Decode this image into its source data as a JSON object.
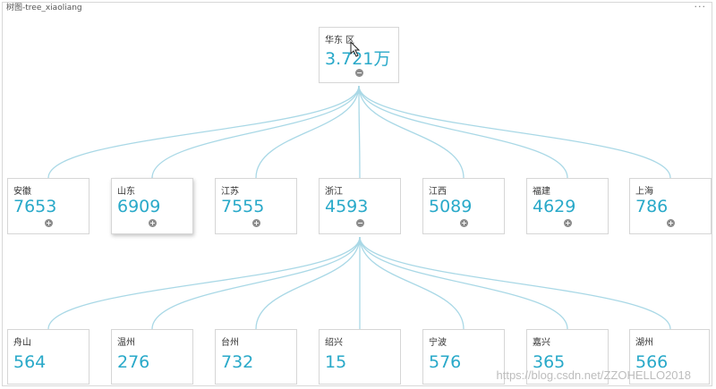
{
  "window": {
    "title": "树图-tree_xiaoliang",
    "menu_glyph": "···"
  },
  "watermark": "https://blog.csdn.net/ZZOHELLO2018",
  "colors": {
    "value": "#29a9c9",
    "link": "#a9d8e6",
    "toggle": "#8c8c8c"
  },
  "icons": {
    "collapse": "minus-circle-icon",
    "expand": "plus-circle-icon"
  },
  "root": {
    "name": "华东 区",
    "value": "3.721万",
    "expanded": true
  },
  "provinces": [
    {
      "name": "安徽",
      "value": "7653",
      "expanded": false
    },
    {
      "name": "山东",
      "value": "6909",
      "expanded": false
    },
    {
      "name": "江苏",
      "value": "7555",
      "expanded": false
    },
    {
      "name": "浙江",
      "value": "4593",
      "expanded": true
    },
    {
      "name": "江西",
      "value": "5089",
      "expanded": false
    },
    {
      "name": "福建",
      "value": "4629",
      "expanded": false
    },
    {
      "name": "上海",
      "value": "786",
      "expanded": false
    }
  ],
  "cities": [
    {
      "name": "舟山",
      "value": "564"
    },
    {
      "name": "温州",
      "value": "276"
    },
    {
      "name": "台州",
      "value": "732"
    },
    {
      "name": "绍兴",
      "value": "15"
    },
    {
      "name": "宁波",
      "value": "576"
    },
    {
      "name": "嘉兴",
      "value": "365"
    },
    {
      "name": "湖州",
      "value": "566"
    }
  ]
}
